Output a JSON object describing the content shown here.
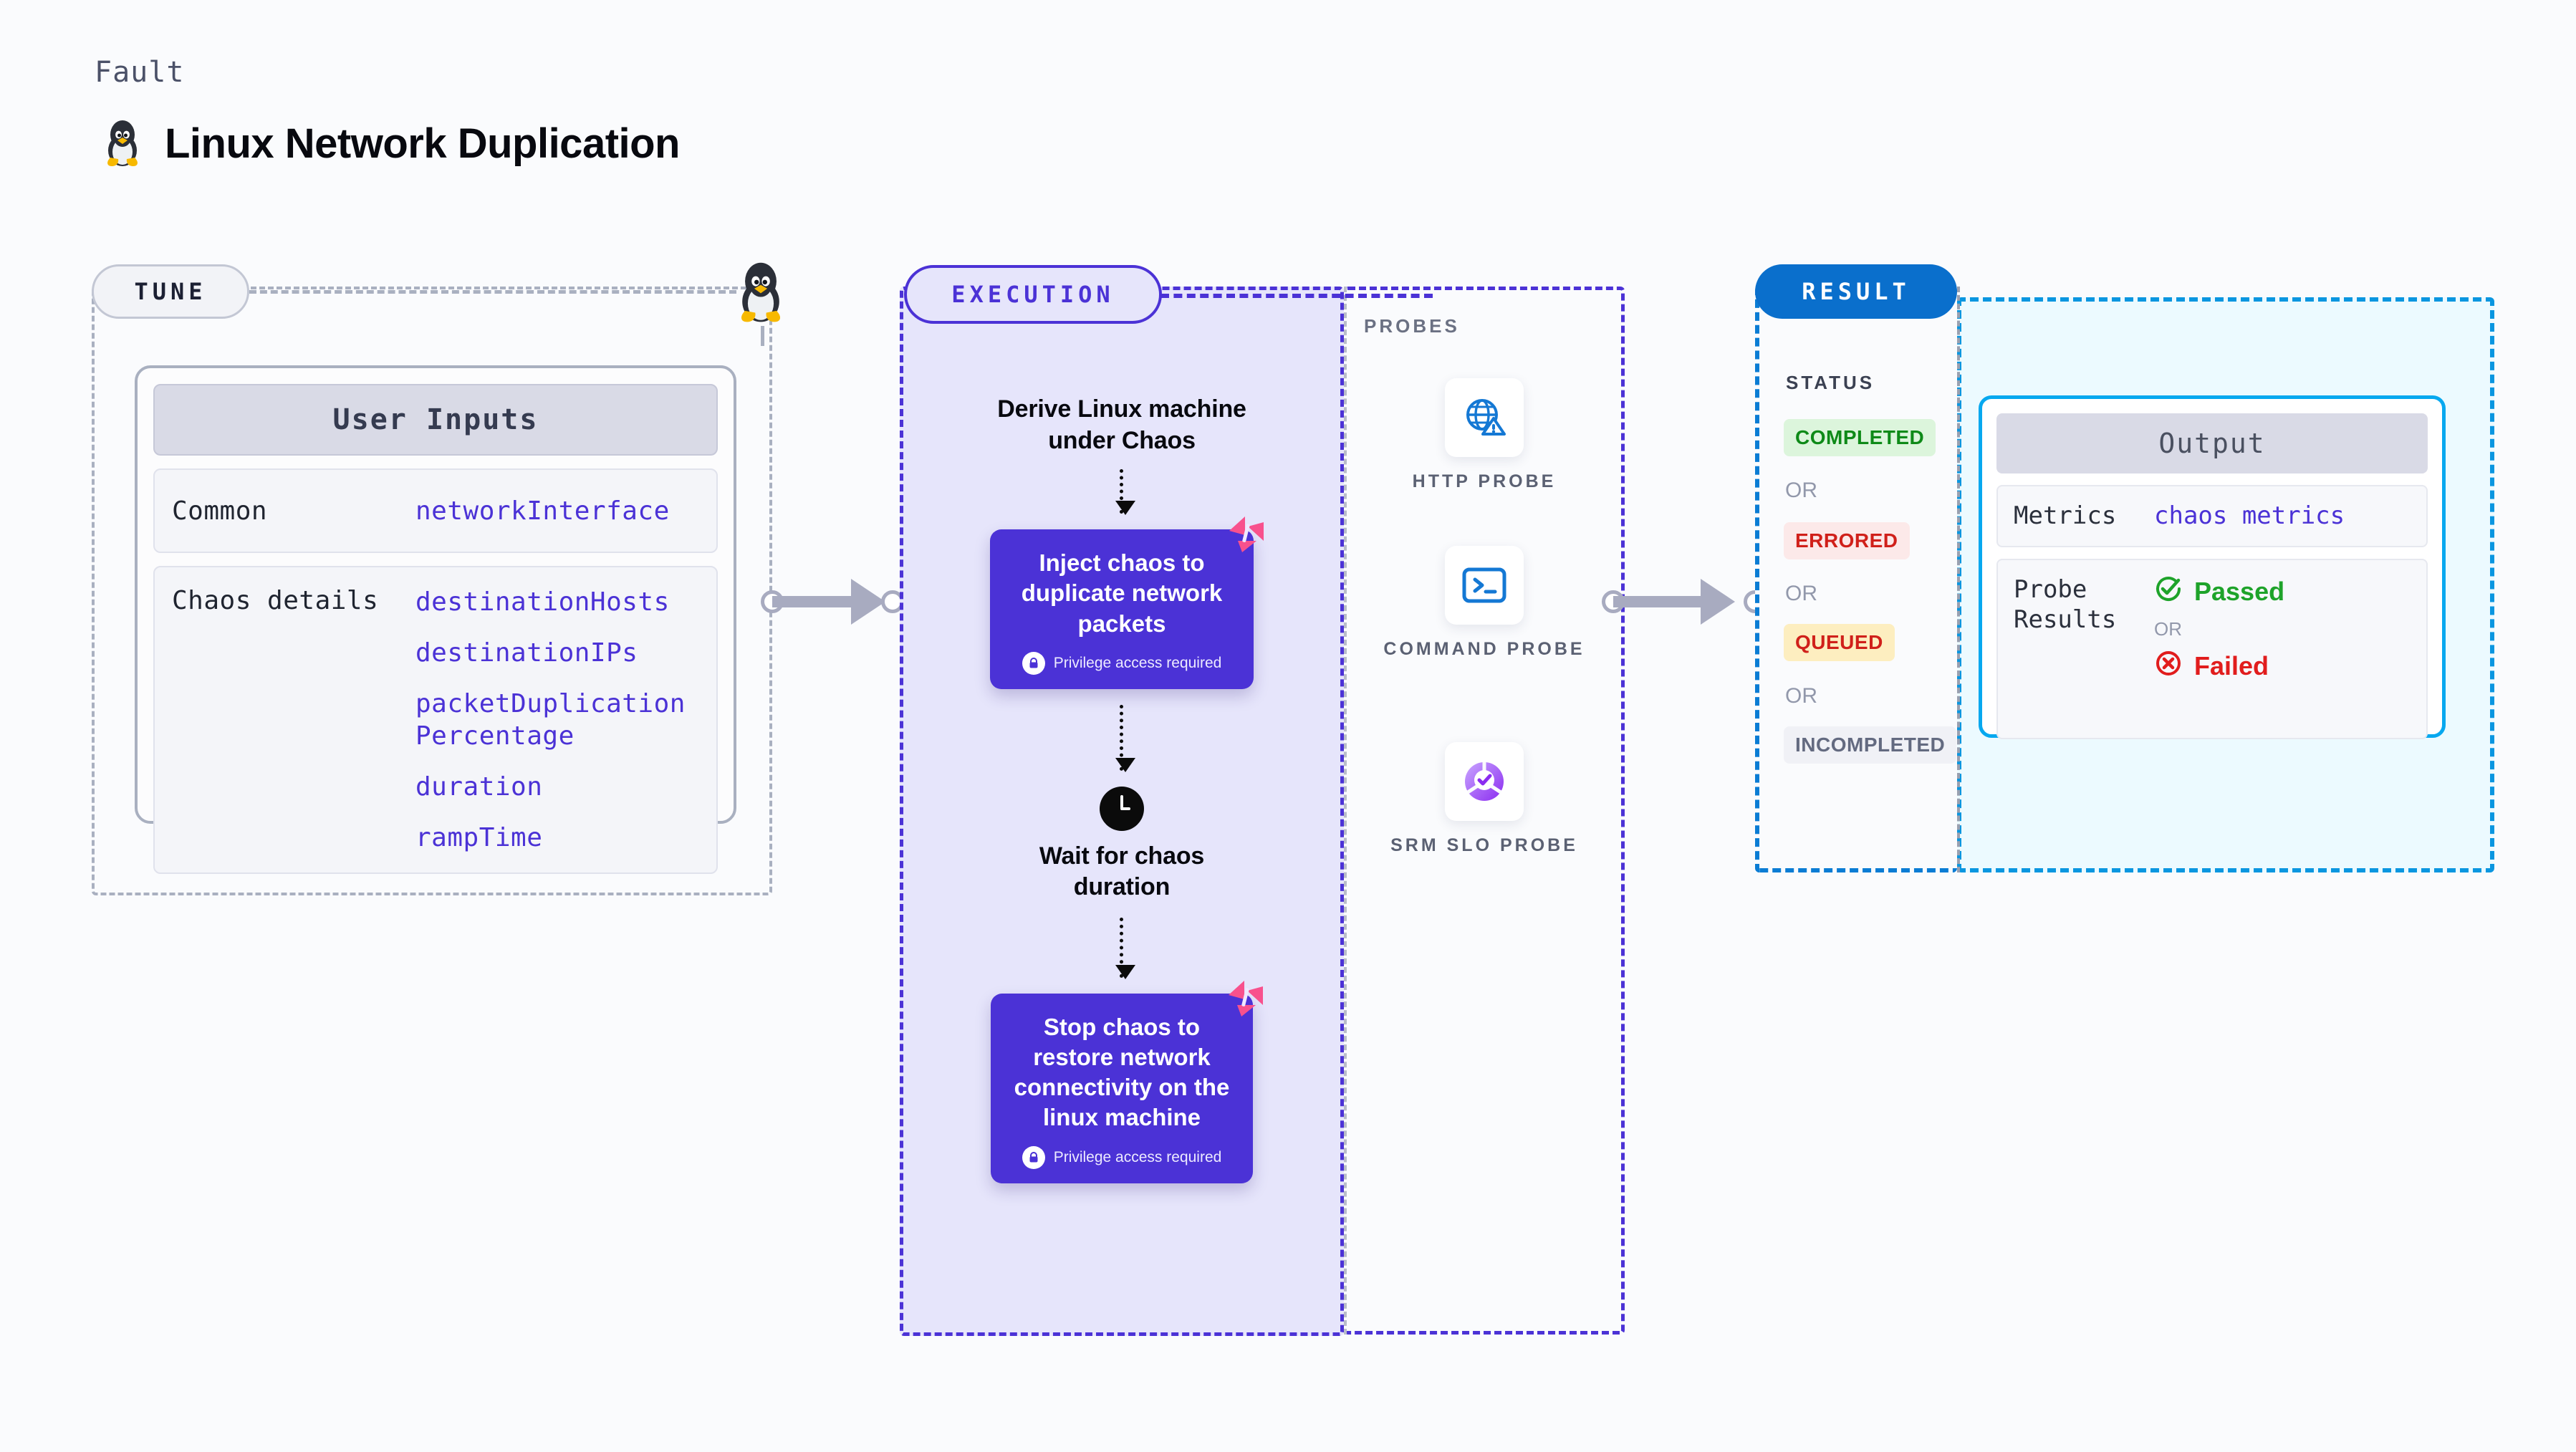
{
  "header": {
    "eyebrow": "Fault",
    "title": "Linux Network Duplication",
    "icon": "linux-penguin-icon"
  },
  "tune": {
    "pill_label": "TUNE",
    "icon": "linux-penguin-icon",
    "card_title": "User Inputs",
    "sections": [
      {
        "label": "Common",
        "values": [
          "networkInterface"
        ]
      },
      {
        "label": "Chaos details",
        "values": [
          "destinationHosts",
          "destinationIPs",
          "packetDuplicationPercentage",
          "duration",
          "rampTime"
        ]
      }
    ]
  },
  "execution": {
    "pill_label": "EXECUTION",
    "steps": [
      {
        "type": "text",
        "label": "Derive Linux machine under Chaos"
      },
      {
        "type": "chaos",
        "label": "Inject chaos to duplicate network packets",
        "privilege_note": "Privilege access required",
        "badge_icon": "harness-mark-icon"
      },
      {
        "type": "wait",
        "label": "Wait for chaos duration",
        "icon": "clock-icon"
      },
      {
        "type": "chaos",
        "label": "Stop chaos to restore network connectivity on the linux machine",
        "privilege_note": "Privilege access required",
        "badge_icon": "harness-mark-icon"
      }
    ]
  },
  "probes": {
    "section_label": "PROBES",
    "items": [
      {
        "caption": "HTTP PROBE",
        "icon": "globe-warning-icon"
      },
      {
        "caption": "COMMAND PROBE",
        "icon": "terminal-prompt-icon"
      },
      {
        "caption": "SRM SLO PROBE",
        "icon": "slo-donut-check-icon"
      }
    ]
  },
  "result": {
    "pill_label": "RESULT",
    "status_label": "STATUS",
    "or_label": "OR",
    "statuses": [
      {
        "label": "COMPLETED",
        "bg": "#dcf5dc",
        "fg": "#0e8a18"
      },
      {
        "label": "ERRORED",
        "bg": "#fce9e9",
        "fg": "#d0201a"
      },
      {
        "label": "QUEUED",
        "bg": "#fdeec0",
        "fg": "#d0201a"
      },
      {
        "label": "INCOMPLETED",
        "bg": "#f0f1f6",
        "fg": "#636a80"
      }
    ]
  },
  "output": {
    "card_title": "Output",
    "metrics_label": "Metrics",
    "metrics_value": "chaos metrics",
    "probe_results_label": "Probe Results",
    "passed_label": "Passed",
    "failed_label": "Failed",
    "or_label": "OR",
    "passed_icon": "check-circle-icon",
    "failed_icon": "x-circle-icon"
  },
  "colors": {
    "accent_purple": "#4b32d6",
    "accent_blue": "#0a6fcc",
    "accent_cyan": "#07a8ef",
    "pink_mark": "#f8518d",
    "success_green": "#1ea32a",
    "error_red": "#e11d1d",
    "panel_gray": "#a9b0c0"
  }
}
